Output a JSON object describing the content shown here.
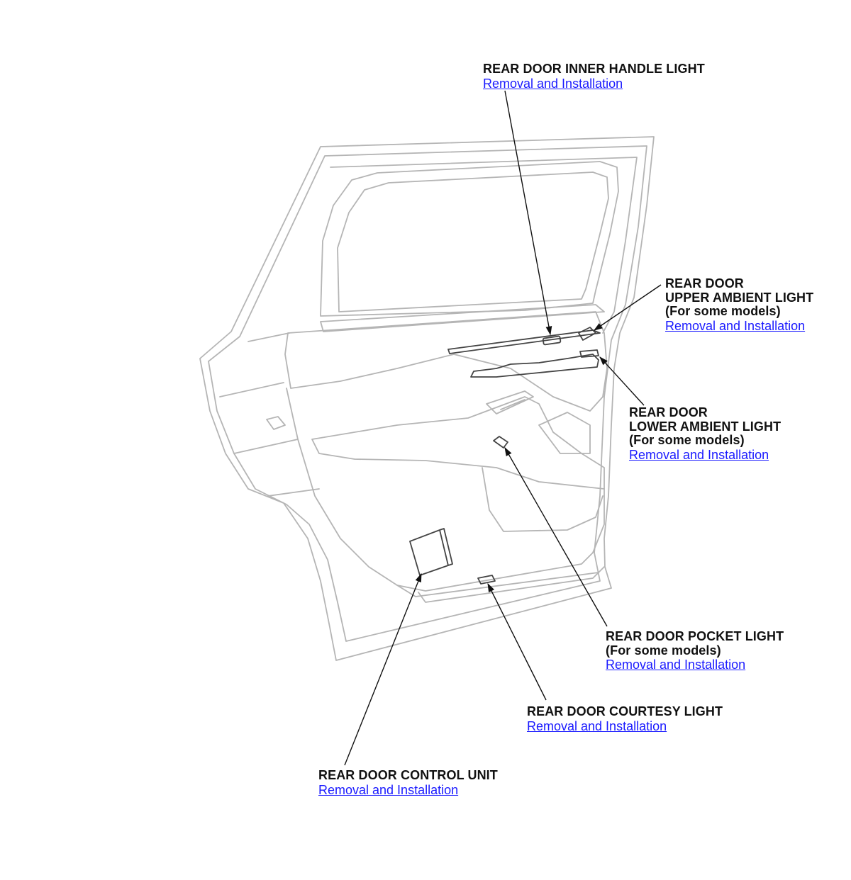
{
  "callouts": {
    "inner_handle": {
      "lines": [
        "REAR DOOR INNER HANDLE LIGHT"
      ],
      "link": "Removal and Installation"
    },
    "upper_ambient": {
      "lines": [
        "REAR DOOR",
        "UPPER AMBIENT LIGHT",
        "(For some models)"
      ],
      "link": "Removal and Installation"
    },
    "lower_ambient": {
      "lines": [
        "REAR DOOR",
        "LOWER AMBIENT LIGHT",
        "(For some models)"
      ],
      "link": "Removal and Installation"
    },
    "pocket": {
      "lines": [
        "REAR DOOR POCKET LIGHT",
        "(For some models)"
      ],
      "link": "Removal and Installation"
    },
    "courtesy": {
      "lines": [
        "REAR DOOR COURTESY LIGHT"
      ],
      "link": "Removal and Installation"
    },
    "control_unit": {
      "lines": [
        "REAR DOOR CONTROL UNIT"
      ],
      "link": "Removal and Installation"
    }
  },
  "colors": {
    "outline": "#b5b5b5",
    "component": "#444444",
    "leader": "#111111",
    "link": "#1a1aff"
  }
}
